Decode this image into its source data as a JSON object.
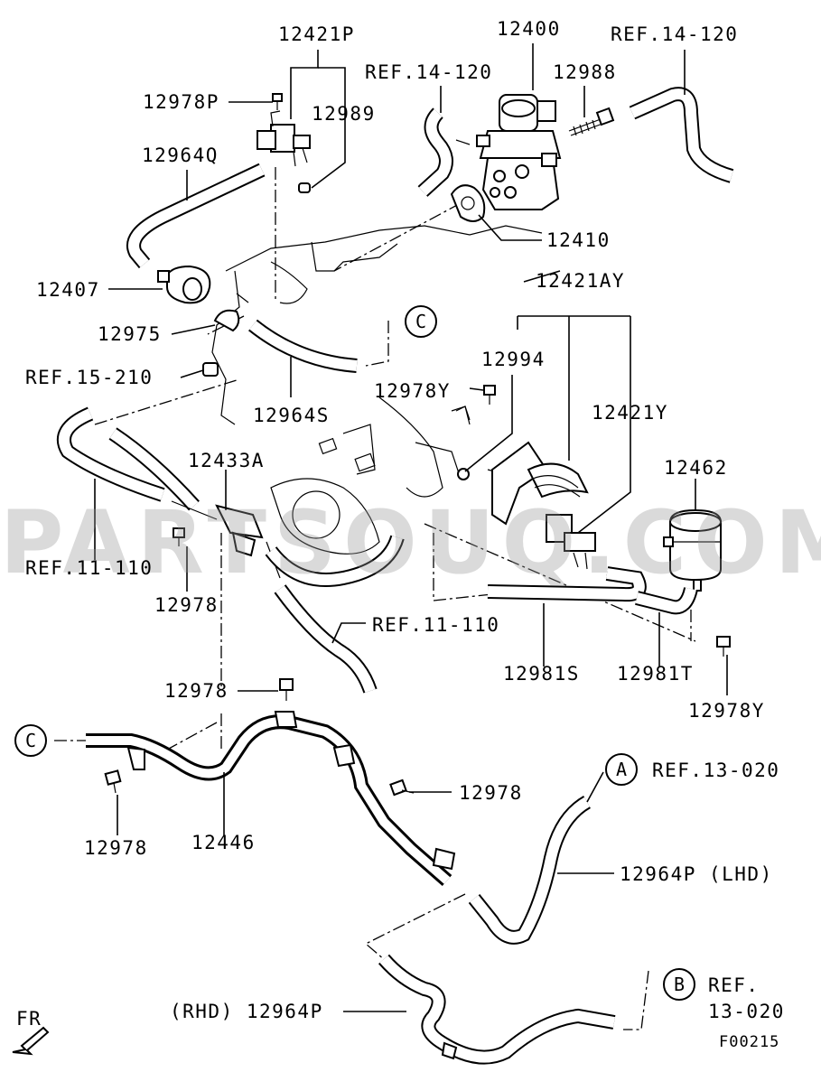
{
  "labels": {
    "p12421P": "12421P",
    "p12400": "12400",
    "ref14_120_right": "REF.14-120",
    "p12978P": "12978P",
    "ref14_120_left": "REF.14-120",
    "p12988": "12988",
    "p12989": "12989",
    "p12964Q": "12964Q",
    "p12410": "12410",
    "p12407": "12407",
    "p12421AY": "12421AY",
    "p12975": "12975",
    "ref15_210": "REF.15-210",
    "p12994": "12994",
    "p12978Y_top": "12978Y",
    "p12964S": "12964S",
    "p12421Y": "12421Y",
    "p12433A": "12433A",
    "p12462": "12462",
    "ref11_110_left": "REF.11-110",
    "p12978_mid": "12978",
    "ref11_110_mid": "REF.11-110",
    "p12981S": "12981S",
    "p12981T": "12981T",
    "p12978_low": "12978",
    "p12978Y_low": "12978Y",
    "ref13_020_a": "REF.13-020",
    "p12978_right": "12978",
    "p12978_left": "12978",
    "p12446": "12446",
    "p12964P_lhd": "12964P (LHD)",
    "ref_b_line1": "REF.",
    "ref_b_line2": "13-020",
    "p12964P_rhd": "(RHD) 12964P",
    "fr": "FR",
    "figure_code": "F00215"
  },
  "callouts": {
    "c_top": "C",
    "c_left": "C",
    "a": "A",
    "b": "B"
  },
  "watermark": "PARTSOUQ.COM",
  "colors": {
    "line": "#000000",
    "background": "#ffffff",
    "watermark": "#969696"
  }
}
